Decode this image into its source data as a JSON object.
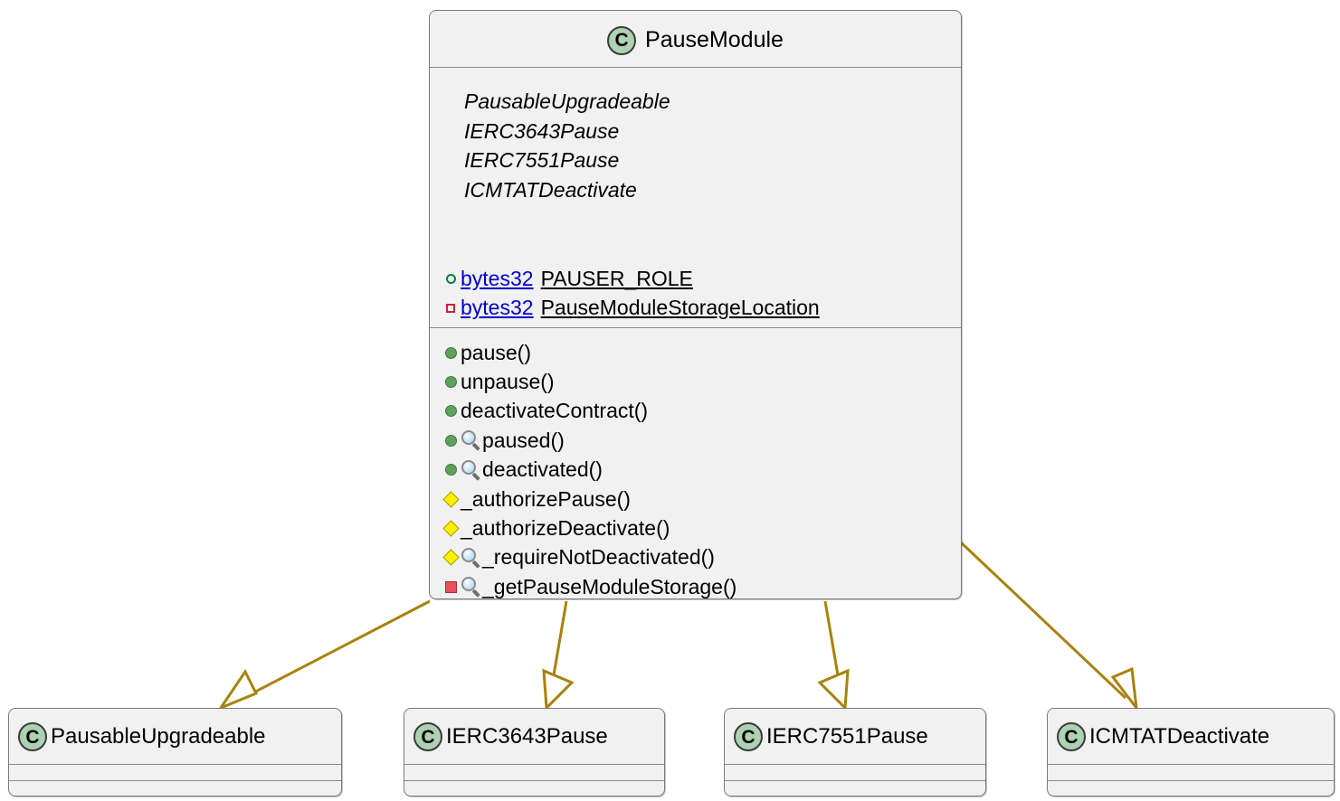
{
  "diagram": {
    "type": "uml-class-diagram",
    "background_color": "#ffffff",
    "box_fill": "#f1f1f1",
    "box_border": "#7a7a7a",
    "arrow_color": "#a9820a",
    "class_icon_color": "#add1b2"
  },
  "main_class": {
    "name": "PauseModule",
    "icon": "class-icon-C",
    "icon_letter": "C",
    "interfaces": [
      "PausableUpgradeable",
      "IERC3643Pause",
      "IERC7551Pause",
      "ICMTATDeactivate"
    ],
    "attributes": [
      {
        "visibility": "public-static",
        "marker": "green-hollow-circle",
        "type": "bytes32",
        "name": "PAUSER_ROLE",
        "static": true
      },
      {
        "visibility": "private-static",
        "marker": "red-hollow-square",
        "type": "bytes32",
        "name": "PauseModuleStorageLocation",
        "static": true
      }
    ],
    "methods": [
      {
        "visibility": "public",
        "marker": "green-filled-circle",
        "query": false,
        "name": "pause()"
      },
      {
        "visibility": "public",
        "marker": "green-filled-circle",
        "query": false,
        "name": "unpause()"
      },
      {
        "visibility": "public",
        "marker": "green-filled-circle",
        "query": false,
        "name": "deactivateContract()"
      },
      {
        "visibility": "public",
        "marker": "green-filled-circle",
        "query": true,
        "name": "paused()"
      },
      {
        "visibility": "public",
        "marker": "green-filled-circle",
        "query": true,
        "name": "deactivated()"
      },
      {
        "visibility": "protected",
        "marker": "yellow-diamond",
        "query": false,
        "name": "_authorizePause()"
      },
      {
        "visibility": "protected",
        "marker": "yellow-diamond",
        "query": false,
        "name": "_authorizeDeactivate()"
      },
      {
        "visibility": "protected",
        "marker": "yellow-diamond",
        "query": true,
        "name": "_requireNotDeactivated()"
      },
      {
        "visibility": "private",
        "marker": "red-filled-square",
        "query": true,
        "name": "_getPauseModuleStorage()"
      }
    ]
  },
  "child_classes": [
    {
      "name": "PausableUpgradeable",
      "icon_letter": "C"
    },
    {
      "name": "IERC3643Pause",
      "icon_letter": "C"
    },
    {
      "name": "IERC7551Pause",
      "icon_letter": "C"
    },
    {
      "name": "ICMTATDeactivate",
      "icon_letter": "C"
    }
  ],
  "relationships": [
    {
      "from": "PauseModule",
      "to": "PausableUpgradeable",
      "type": "generalization",
      "arrowhead": "hollow-triangle"
    },
    {
      "from": "PauseModule",
      "to": "IERC3643Pause",
      "type": "generalization",
      "arrowhead": "hollow-triangle"
    },
    {
      "from": "PauseModule",
      "to": "IERC7551Pause",
      "type": "generalization",
      "arrowhead": "hollow-triangle"
    },
    {
      "from": "PauseModule",
      "to": "ICMTATDeactivate",
      "type": "generalization",
      "arrowhead": "hollow-triangle"
    }
  ]
}
